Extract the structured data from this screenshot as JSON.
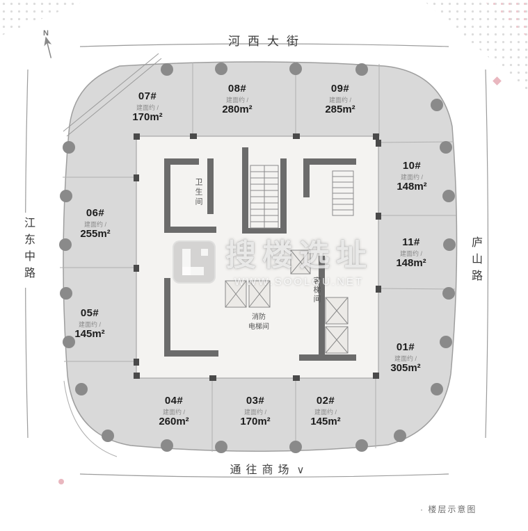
{
  "compass": "N",
  "streets": {
    "top": "河西大街",
    "left": "江东中路",
    "right": "庐山路",
    "bottom": "通往商场",
    "bottom_arrow": "∨"
  },
  "units": [
    {
      "id": "07#",
      "prefix": "建面约 /",
      "area": "170m²"
    },
    {
      "id": "08#",
      "prefix": "建面约 /",
      "area": "280m²"
    },
    {
      "id": "09#",
      "prefix": "建面约 /",
      "area": "285m²"
    },
    {
      "id": "10#",
      "prefix": "建面约 /",
      "area": "148m²"
    },
    {
      "id": "11#",
      "prefix": "建面约 /",
      "area": "148m²"
    },
    {
      "id": "01#",
      "prefix": "建面约 /",
      "area": "305m²"
    },
    {
      "id": "02#",
      "prefix": "建面约 /",
      "area": "145m²"
    },
    {
      "id": "03#",
      "prefix": "建面约 /",
      "area": "170m²"
    },
    {
      "id": "04#",
      "prefix": "建面约 /",
      "area": "260m²"
    },
    {
      "id": "05#",
      "prefix": "建面约 /",
      "area": "145m²"
    },
    {
      "id": "06#",
      "prefix": "建面约 /",
      "area": "255m²"
    }
  ],
  "core": {
    "rooms": {
      "bathroom": "卫生间",
      "fire_elevator_line1": "消防",
      "fire_elevator_line2": "电梯间",
      "passenger_elevator": "客梯间"
    }
  },
  "watermark": {
    "brand": "搜楼选址",
    "site": "WWW.SOOLOU.NET"
  },
  "footer": "· 楼层示意图",
  "colors": {
    "building_fill": "#d9d9d9",
    "building_stroke": "#9e9e9e",
    "column": "#8a8a8a",
    "wall": "#6b6b6b",
    "core_fill": "#f4f3f1"
  }
}
